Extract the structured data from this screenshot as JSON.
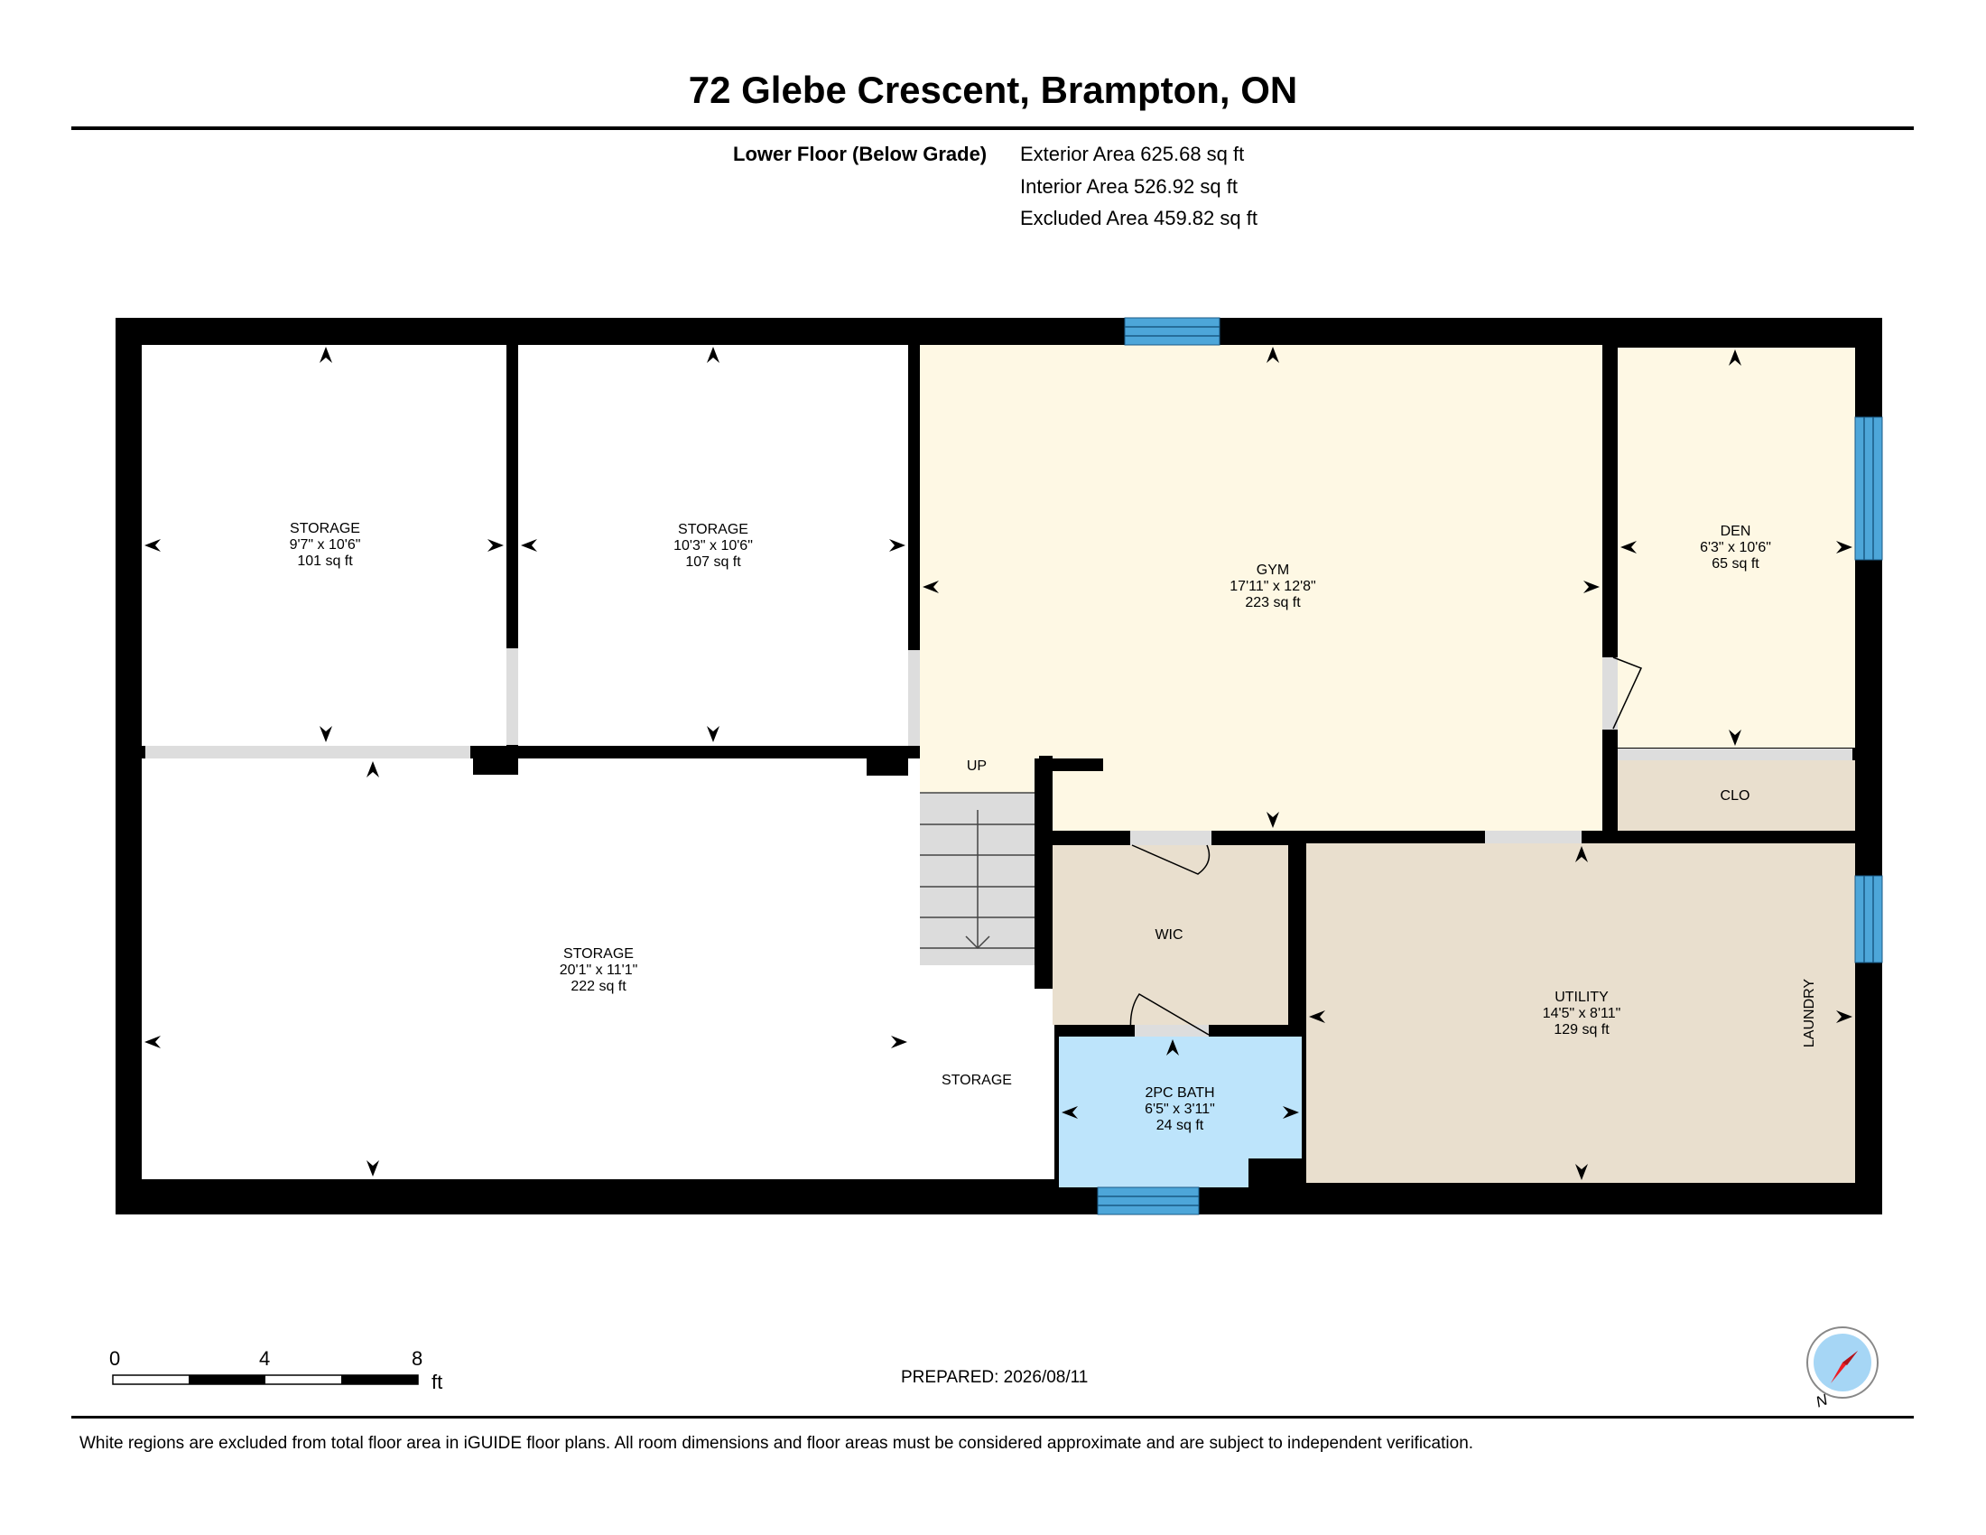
{
  "header": {
    "title": "72 Glebe Crescent, Brampton, ON"
  },
  "summary": {
    "floor_label": "Lower Floor (Below Grade)",
    "lines": [
      "Exterior Area 625.68 sq ft",
      "Interior Area 526.92 sq ft",
      "Excluded Area 459.82 sq ft"
    ]
  },
  "rooms": {
    "storage_a": {
      "name": "STORAGE",
      "dims": "9'7\" x 10'6\"",
      "area": "101 sq ft"
    },
    "storage_b": {
      "name": "STORAGE",
      "dims": "10'3\" x 10'6\"",
      "area": "107 sq ft"
    },
    "gym": {
      "name": "GYM",
      "dims": "17'11\" x 12'8\"",
      "area": "223 sq ft"
    },
    "den": {
      "name": "DEN",
      "dims": "6'3\" x 10'6\"",
      "area": "65 sq ft"
    },
    "clo": {
      "name": "CLO"
    },
    "storage_c": {
      "name": "STORAGE",
      "dims": "20'1\" x 11'1\"",
      "area": "222 sq ft"
    },
    "up": {
      "name": "UP"
    },
    "wic": {
      "name": "WIC"
    },
    "utility": {
      "name": "UTILITY",
      "dims": "14'5\" x 8'11\"",
      "area": "129 sq ft"
    },
    "laundry": {
      "name": "LAUNDRY"
    },
    "bath": {
      "name": "2PC BATH",
      "dims": "6'5\" x 3'11\"",
      "area": "24 sq ft"
    },
    "storage_d": {
      "name": "STORAGE"
    }
  },
  "scale": {
    "labels": [
      "0",
      "4",
      "8"
    ],
    "unit": "ft"
  },
  "compass": {
    "label": "N"
  },
  "prepared": "PREPARED: 2026/08/11",
  "footer": "White regions are excluded from total floor area in iGUIDE floor plans. All room dimensions and floor areas must be considered approximate and are subject to independent verification.",
  "colors": {
    "gym_den": "#fef8e4",
    "utility": "#e9dfce",
    "bath": "#bde4fb",
    "window": "#4da6d9",
    "door": "#dddddd",
    "stairs": "#dcdcdc"
  }
}
